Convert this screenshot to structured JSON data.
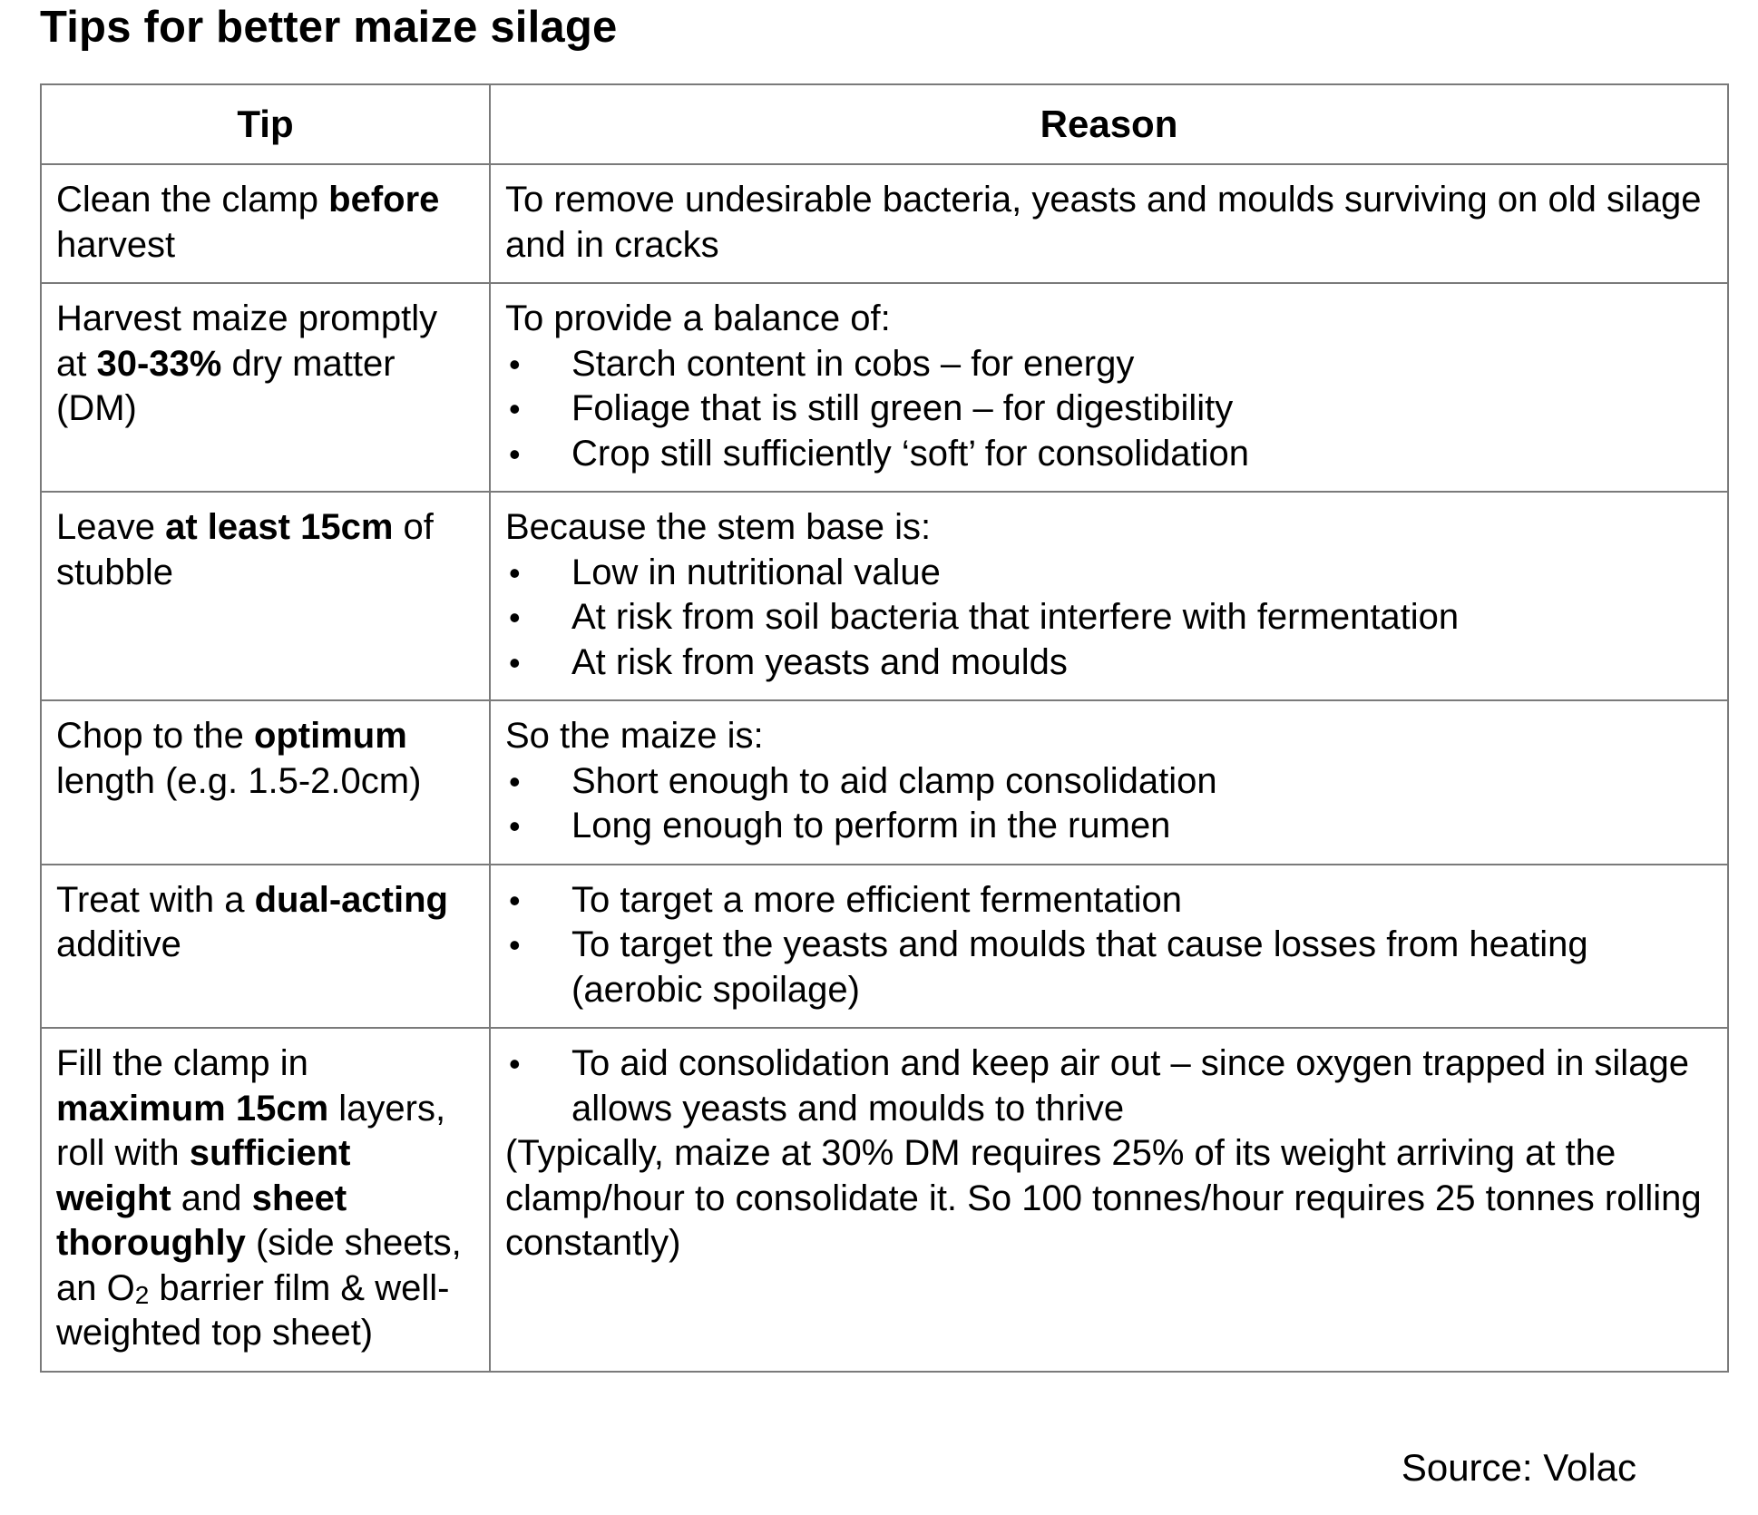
{
  "title": "Tips for better maize silage",
  "table": {
    "headers": {
      "tip": "Tip",
      "reason": "Reason"
    },
    "rows": [
      {
        "tip": [
          {
            "text": "Clean the clamp ",
            "bold": false
          },
          {
            "text": "before",
            "bold": true
          },
          {
            "text": " harvest",
            "bold": false
          }
        ],
        "reason_intro": "To remove undesirable bacteria, yeasts and moulds surviving on old silage and in cracks"
      },
      {
        "tip": [
          {
            "text": "Harvest maize promptly at ",
            "bold": false
          },
          {
            "text": "30-33%",
            "bold": true
          },
          {
            "text": " dry matter (DM)",
            "bold": false
          }
        ],
        "reason_intro": "To provide a balance of:",
        "reason_bullets": [
          "Starch content in cobs – for energy",
          "Foliage that is still green – for digestibility",
          "Crop still sufficiently ‘soft’ for consolidation"
        ]
      },
      {
        "tip": [
          {
            "text": "Leave ",
            "bold": false
          },
          {
            "text": "at least 15cm",
            "bold": true
          },
          {
            "text": " of stubble",
            "bold": false
          }
        ],
        "reason_intro": "Because the stem base is:",
        "reason_bullets": [
          "Low in nutritional value",
          "At risk from soil bacteria that interfere with fermentation",
          "At risk from yeasts and moulds"
        ]
      },
      {
        "tip": [
          {
            "text": "Chop to the ",
            "bold": false
          },
          {
            "text": "optimum",
            "bold": true
          },
          {
            "text": " length (e.g. 1.5-2.0cm)",
            "bold": false
          }
        ],
        "reason_intro": "So the maize is:",
        "reason_bullets": [
          "Short enough to aid clamp consolidation",
          "Long enough to perform in the rumen"
        ]
      },
      {
        "tip": [
          {
            "text": "Treat with a ",
            "bold": false
          },
          {
            "text": "dual-acting",
            "bold": true
          },
          {
            "text": " additive",
            "bold": false
          }
        ],
        "reason_bullets": [
          "To target a more efficient fermentation",
          "To target the yeasts and moulds that cause losses from heating (aerobic spoilage)"
        ]
      },
      {
        "tip": [
          {
            "text": "Fill the clamp in ",
            "bold": false
          },
          {
            "text": "maximum 15cm",
            "bold": true
          },
          {
            "text": " layers, roll with ",
            "bold": false
          },
          {
            "text": "sufficient weight",
            "bold": true
          },
          {
            "text": " and ",
            "bold": false
          },
          {
            "text": "sheet thoroughly",
            "bold": true
          },
          {
            "text": " (side sheets, an O",
            "bold": false
          },
          {
            "text": "2",
            "bold": false,
            "sub": true
          },
          {
            "text": " barrier film & well-weighted top sheet)",
            "bold": false
          }
        ],
        "reason_bullets": [
          "To aid consolidation and keep air out – since oxygen trapped in silage allows yeasts and moulds to thrive"
        ],
        "reason_note": "(Typically, maize at 30% DM requires 25% of its weight arriving at the clamp/hour to consolidate it. So 100 tonnes/hour requires 25 tonnes rolling constantly)"
      }
    ]
  },
  "source": "Source: Volac"
}
